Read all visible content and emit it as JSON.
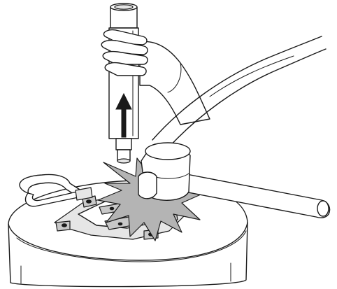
{
  "figure": {
    "components": [
      "base-drum",
      "bracket-plate",
      "d-handle",
      "pipe-tool",
      "hand",
      "up-arrow",
      "mallet",
      "impact-starburst",
      "cable"
    ],
    "colors": {
      "line": "#1a1a1a",
      "fill_light": "#e6e6e6",
      "fill_gray": "#c8c8c8",
      "impact": "#b4b4b4",
      "background": "#ffffff"
    }
  }
}
